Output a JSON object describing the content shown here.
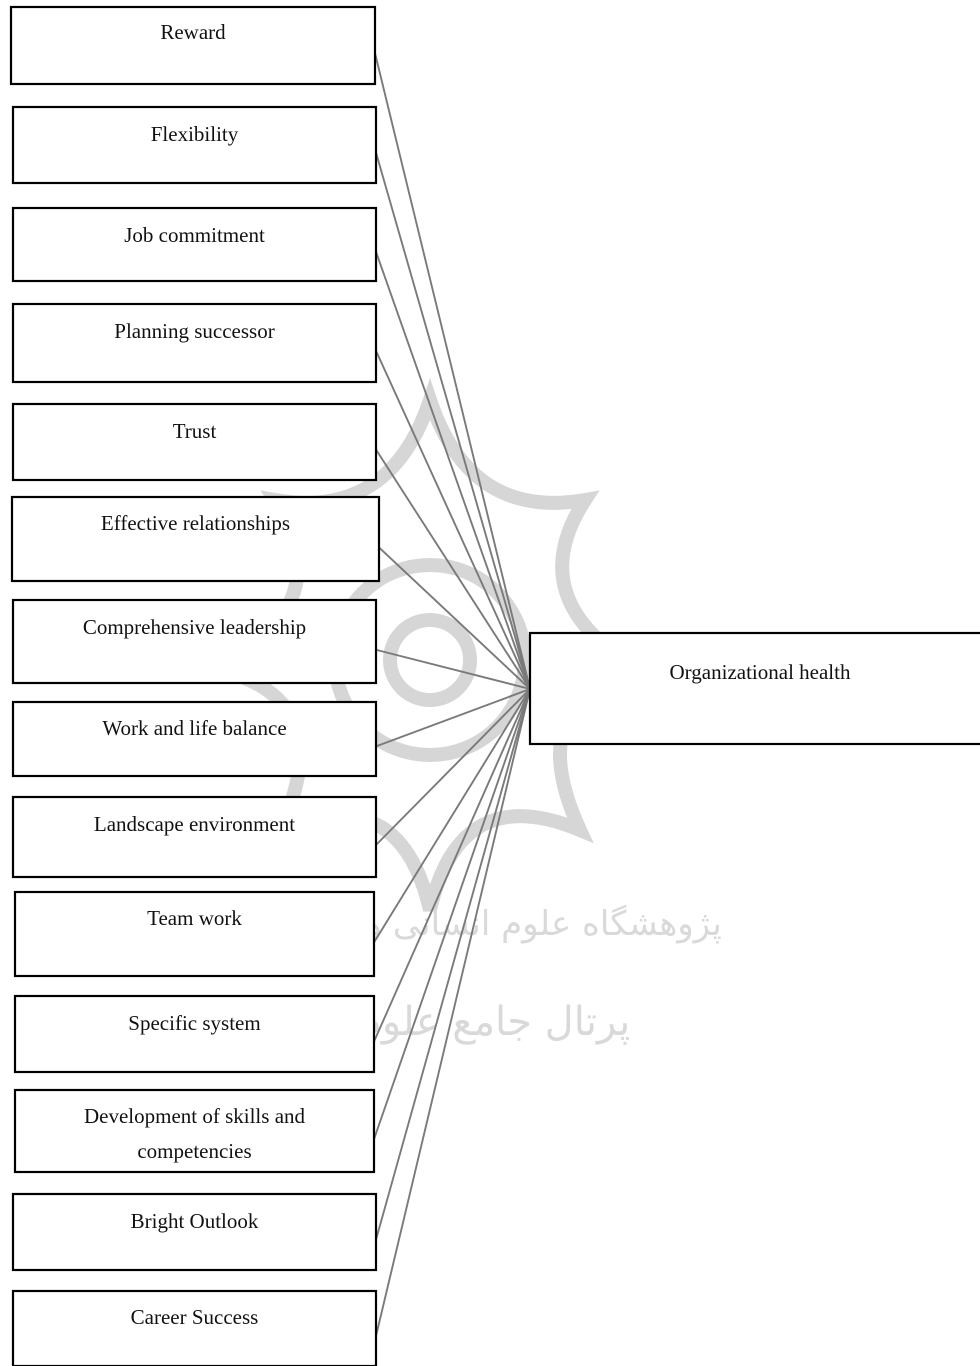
{
  "diagram": {
    "factors": [
      {
        "id": "reward",
        "lines": [
          "Reward"
        ]
      },
      {
        "id": "flexibility",
        "lines": [
          "Flexibility"
        ]
      },
      {
        "id": "job-commitment",
        "lines": [
          "Job commitment"
        ]
      },
      {
        "id": "planning-successor",
        "lines": [
          "Planning successor"
        ]
      },
      {
        "id": "trust",
        "lines": [
          "Trust"
        ]
      },
      {
        "id": "effective-relationships",
        "lines": [
          "Effective relationships"
        ]
      },
      {
        "id": "comprehensive-leadership",
        "lines": [
          "Comprehensive leadership"
        ]
      },
      {
        "id": "work-life-balance",
        "lines": [
          "Work and life balance"
        ]
      },
      {
        "id": "landscape-environment",
        "lines": [
          "Landscape environment"
        ]
      },
      {
        "id": "team-work",
        "lines": [
          "Team work"
        ]
      },
      {
        "id": "specific-system",
        "lines": [
          "Specific system"
        ]
      },
      {
        "id": "skills-competencies",
        "lines": [
          "Development of skills and",
          "competencies"
        ]
      },
      {
        "id": "bright-outlook",
        "lines": [
          "Bright Outlook"
        ]
      },
      {
        "id": "career-success",
        "lines": [
          "Career Success"
        ]
      }
    ],
    "target": {
      "id": "organizational-health",
      "lines": [
        "Organizational health"
      ]
    },
    "colors": {
      "box_border": "#000000",
      "connector": "#7a7a7a",
      "text": "#111111",
      "watermark": "#d6d6d6"
    }
  },
  "watermark": {
    "line1": "پژوهشگاه علوم انسانی و مطالعات فرهنگی",
    "line2": "پرتال جامع علوم انسانی"
  }
}
